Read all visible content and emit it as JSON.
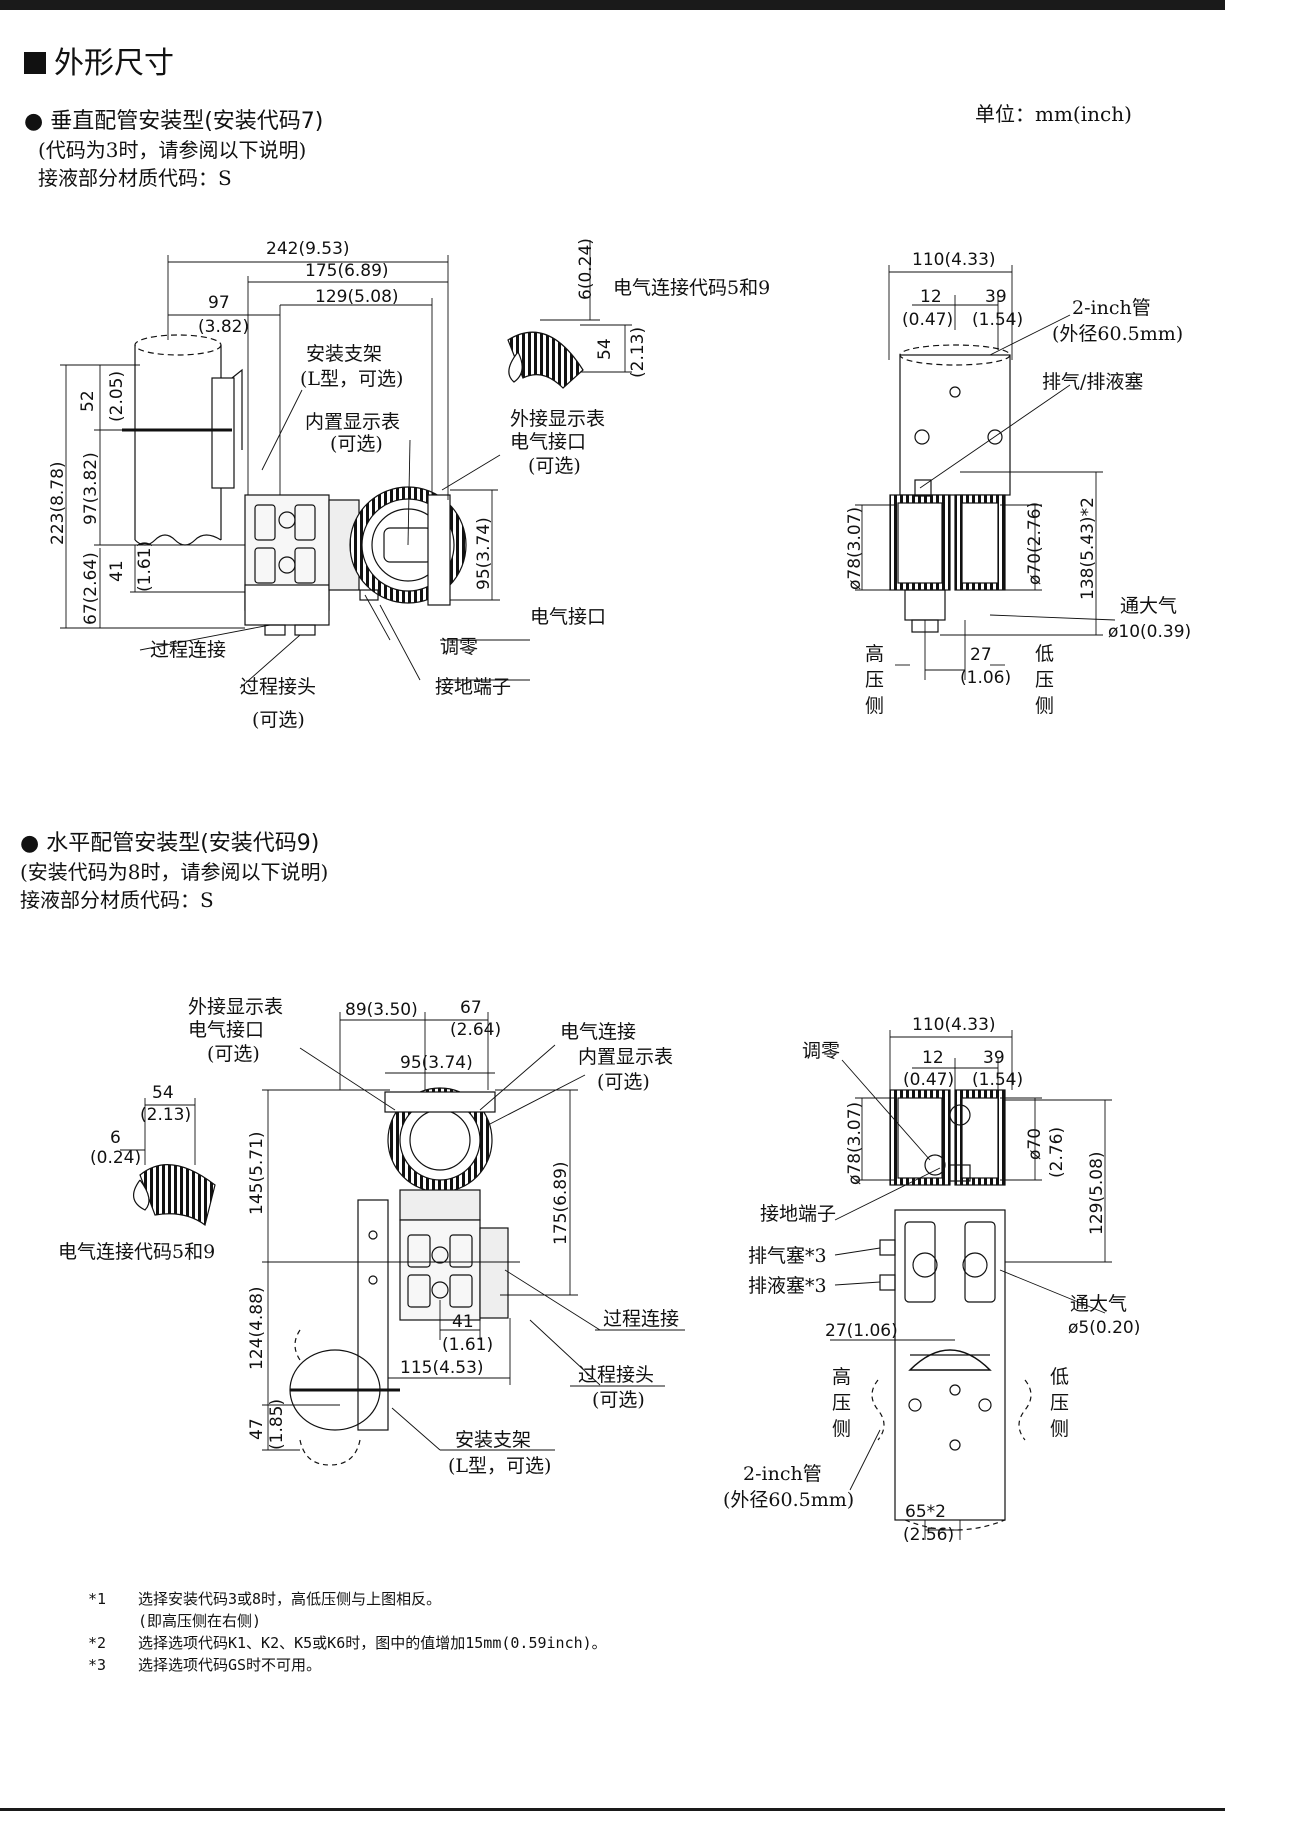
{
  "heading": "外形尺寸",
  "unit_label": "单位：mm(inch)",
  "section1": {
    "title": "● 垂直配管安装型(安装代码7)",
    "line2": "(代码为3时，请参阅以下说明)",
    "line3": "接液部分材质代码：S"
  },
  "section2": {
    "title": "● 水平配管安装型(安装代码9)",
    "line2": "(安装代码为8时，请参阅以下说明)",
    "line3": "接液部分材质代码：S"
  },
  "fig1": {
    "d242": "242(9.53)",
    "d175": "175(6.89)",
    "d97a": "97",
    "d97b": "(3.82)",
    "d129": "129(5.08)",
    "d6": "6(0.24)",
    "d54": "54",
    "d213": "(2.13)",
    "elec59": "电气连接代码5和9",
    "bracket1": "安装支架",
    "bracket2": "(L型，可选)",
    "inner1": "内置显示表",
    "inner2": "(可选)",
    "ext1": "外接显示表",
    "ext2": "电气接口",
    "ext3": "(可选)",
    "d52": "52",
    "d205": "(2.05)",
    "d223": "223(8.78)",
    "d97v": "97(3.82)",
    "d41": "41",
    "d161": "(1.61)",
    "d67": "67(2.64)",
    "d95": "95(3.74)",
    "elecport": "电气接口",
    "zero": "调零",
    "process": "过程连接",
    "ground": "接地端子",
    "fitting1": "过程接头",
    "fitting2": "(可选)"
  },
  "fig2": {
    "d110": "110(4.33)",
    "d12": "12",
    "d047": "(0.47)",
    "d39": "39",
    "d154": "(1.54)",
    "pipe1": "2-inch管",
    "pipe2": "(外径60.5mm)",
    "vent": "排气/排液塞",
    "d78": "ø78(3.07)",
    "d70": "ø70(2.76)",
    "d138": "138(5.43)*2",
    "atmos": "通大气",
    "d10": "ø10(0.39)",
    "d27": "27",
    "d106": "(1.06)",
    "hi": [
      "高",
      "压",
      "侧"
    ],
    "lo": [
      "低",
      "压",
      "侧"
    ]
  },
  "fig3": {
    "ext1": "外接显示表",
    "ext2": "电气接口",
    "ext3": "(可选)",
    "d89": "89(3.50)",
    "d67": "67",
    "d264": "(2.64)",
    "elec": "电气连接",
    "inner1": "内置显示表",
    "inner2": "(可选)",
    "d95": "95(3.74)",
    "d54": "54",
    "d213": "(2.13)",
    "d6": "6",
    "d024": "(0.24)",
    "elec59": "电气连接代码5和9",
    "d145": "145(5.71)",
    "d175": "175(6.89)",
    "d124": "124(4.88)",
    "d41": "41",
    "d161": "(1.61)",
    "process": "过程连接",
    "d115": "115(4.53)",
    "fitting1": "过程接头",
    "fitting2": "(可选)",
    "d47": "47",
    "d185": "(1.85)",
    "bracket1": "安装支架",
    "bracket2": "(L型，可选)"
  },
  "fig4": {
    "d110": "110(4.33)",
    "zero": "调零",
    "d12": "12",
    "d047": "(0.47)",
    "d39": "39",
    "d154": "(1.54)",
    "d78": "ø78(3.07)",
    "d70": "ø70",
    "d276": "(2.76)",
    "d129": "129(5.08)",
    "ground": "接地端子",
    "ventplug": "排气塞*3",
    "drainplug": "排液塞*3",
    "atmos": "通大气",
    "d5": "ø5(0.20)",
    "d27": "27(1.06)",
    "hi": [
      "高",
      "压",
      "侧"
    ],
    "lo": [
      "低",
      "压",
      "侧"
    ],
    "pipe1": "2-inch管",
    "pipe2": "(外径60.5mm)",
    "d65": "65*2",
    "d256": "(2.56)"
  },
  "notes": [
    {
      "mark": "*1",
      "text": "选择安装代码3或8时，高低压侧与上图相反。"
    },
    {
      "mark": "",
      "text": "(即高压侧在右侧)"
    },
    {
      "mark": "*2",
      "text": "选择选项代码K1、K2、K5或K6时，图中的值增加15mm(0.59inch)。"
    },
    {
      "mark": "*3",
      "text": "选择选项代码GS时不可用。"
    }
  ]
}
